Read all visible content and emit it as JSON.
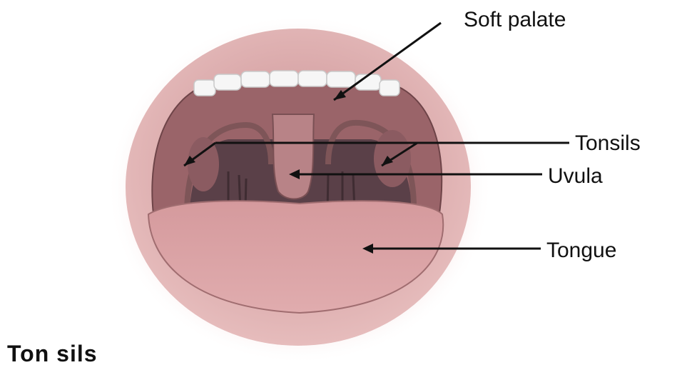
{
  "diagram": {
    "caption": "Ton sils",
    "labels": {
      "soft_palate": "Soft palate",
      "tonsils": "Tonsils",
      "uvula": "Uvula",
      "tongue": "Tongue"
    }
  },
  "colors": {
    "lip": "#e3b4b4",
    "palate": "#9a6469",
    "throat": "#5a4048",
    "tongue": "#d49a9c",
    "teeth": "#f4f4f4",
    "line": "#111111"
  }
}
